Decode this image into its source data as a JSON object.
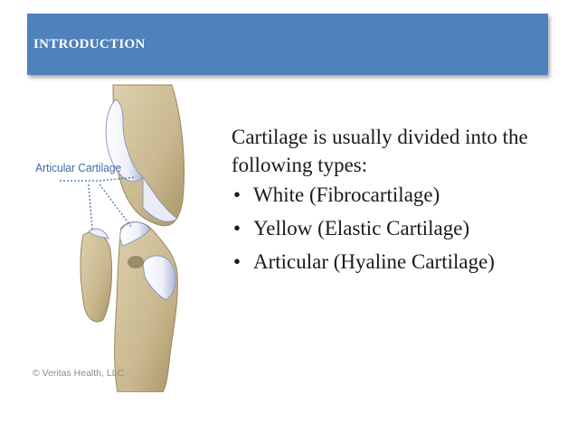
{
  "header": {
    "title": "INTRODUCTION"
  },
  "illustration": {
    "callout_label": "Articular Cartilage",
    "credit": "© Veritas Health, LLC"
  },
  "content": {
    "intro": "Cartilage is usually divided into the following types:",
    "bullets": [
      "White (Fibrocartilage)",
      "Yellow (Elastic Cartilage)",
      "Articular (Hyaline Cartilage)"
    ]
  },
  "colors": {
    "title_bar": "#4f81bd",
    "title_text": "#ffffff",
    "callout": "#3f6aa6"
  }
}
